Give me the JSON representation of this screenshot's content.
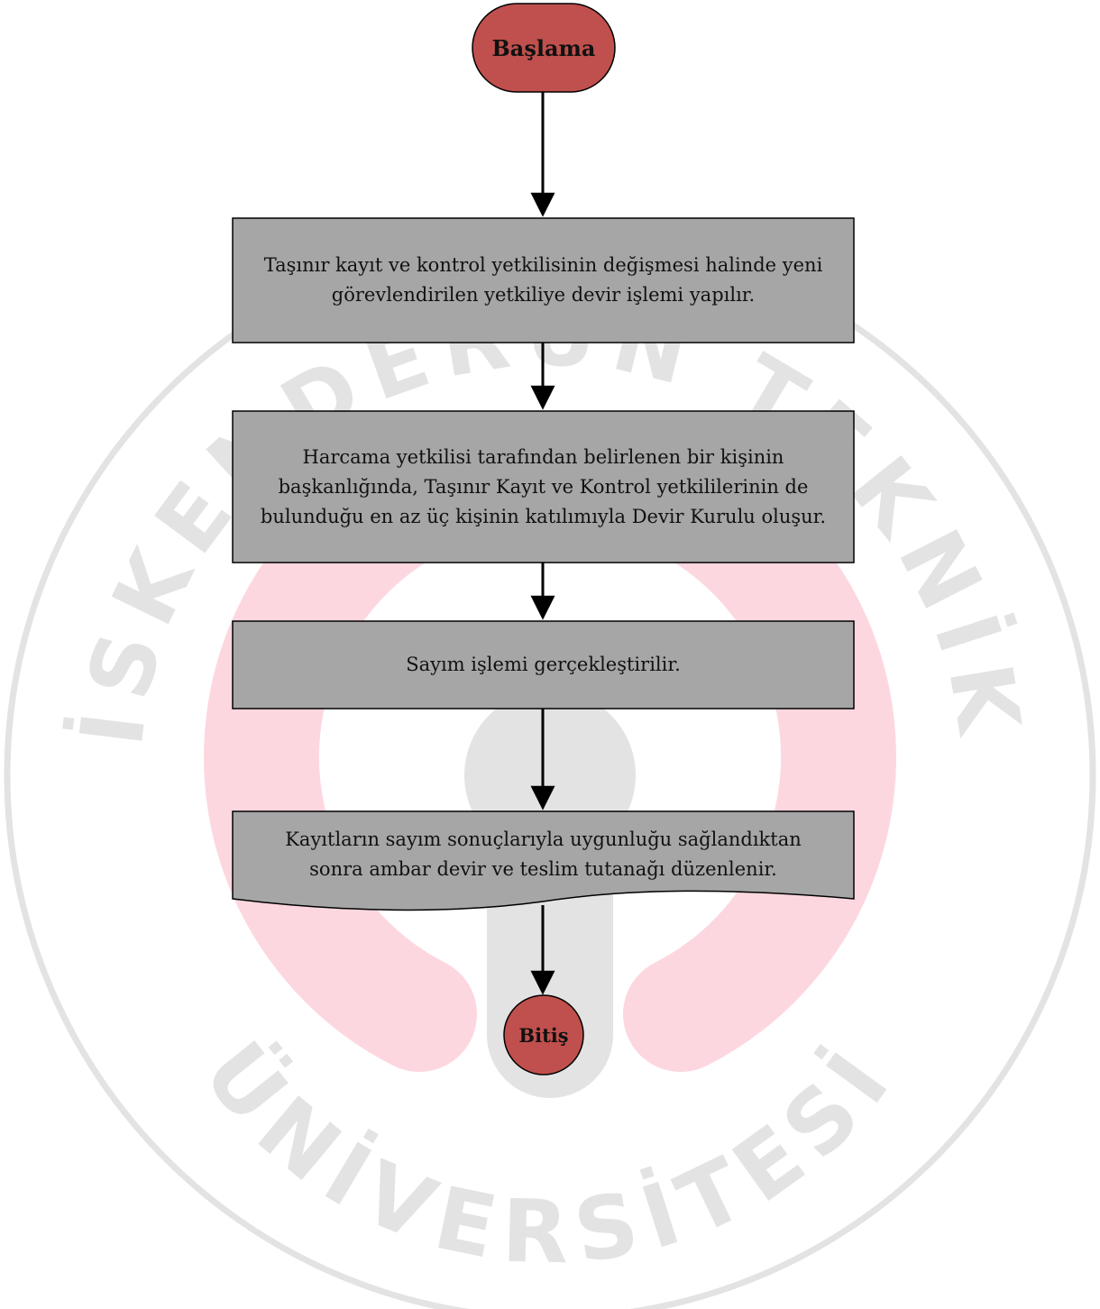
{
  "colors": {
    "terminal_fill": "#c0504d",
    "process_fill": "#a6a6a6",
    "stroke": "#000000",
    "watermark_gray": "#e3e3e3",
    "watermark_pink": "#fdd7df"
  },
  "watermark": {
    "text": "İSKENDERUN TEKNİK ÜNİVERSİTESİ"
  },
  "flowchart": {
    "start": {
      "label": "Başlama"
    },
    "steps": [
      {
        "label": "Taşınır kayıt ve kontrol yetkilisinin değişmesi halinde yeni görevlendirilen yetkiliye devir işlemi yapılır."
      },
      {
        "label": "Harcama yetkilisi tarafından belirlenen bir kişinin başkanlığında, Taşınır Kayıt ve Kontrol yetkililerinin de bulunduğu en az üç kişinin katılımıyla Devir Kurulu oluşur."
      },
      {
        "label": "Sayım işlemi gerçekleştirilir."
      }
    ],
    "document": {
      "label": "Kayıtların sayım sonuçlarıyla uygunluğu sağlandıktan sonra ambar devir ve teslim tutanağı düzenlenir."
    },
    "end": {
      "label": "Bitiş"
    }
  }
}
